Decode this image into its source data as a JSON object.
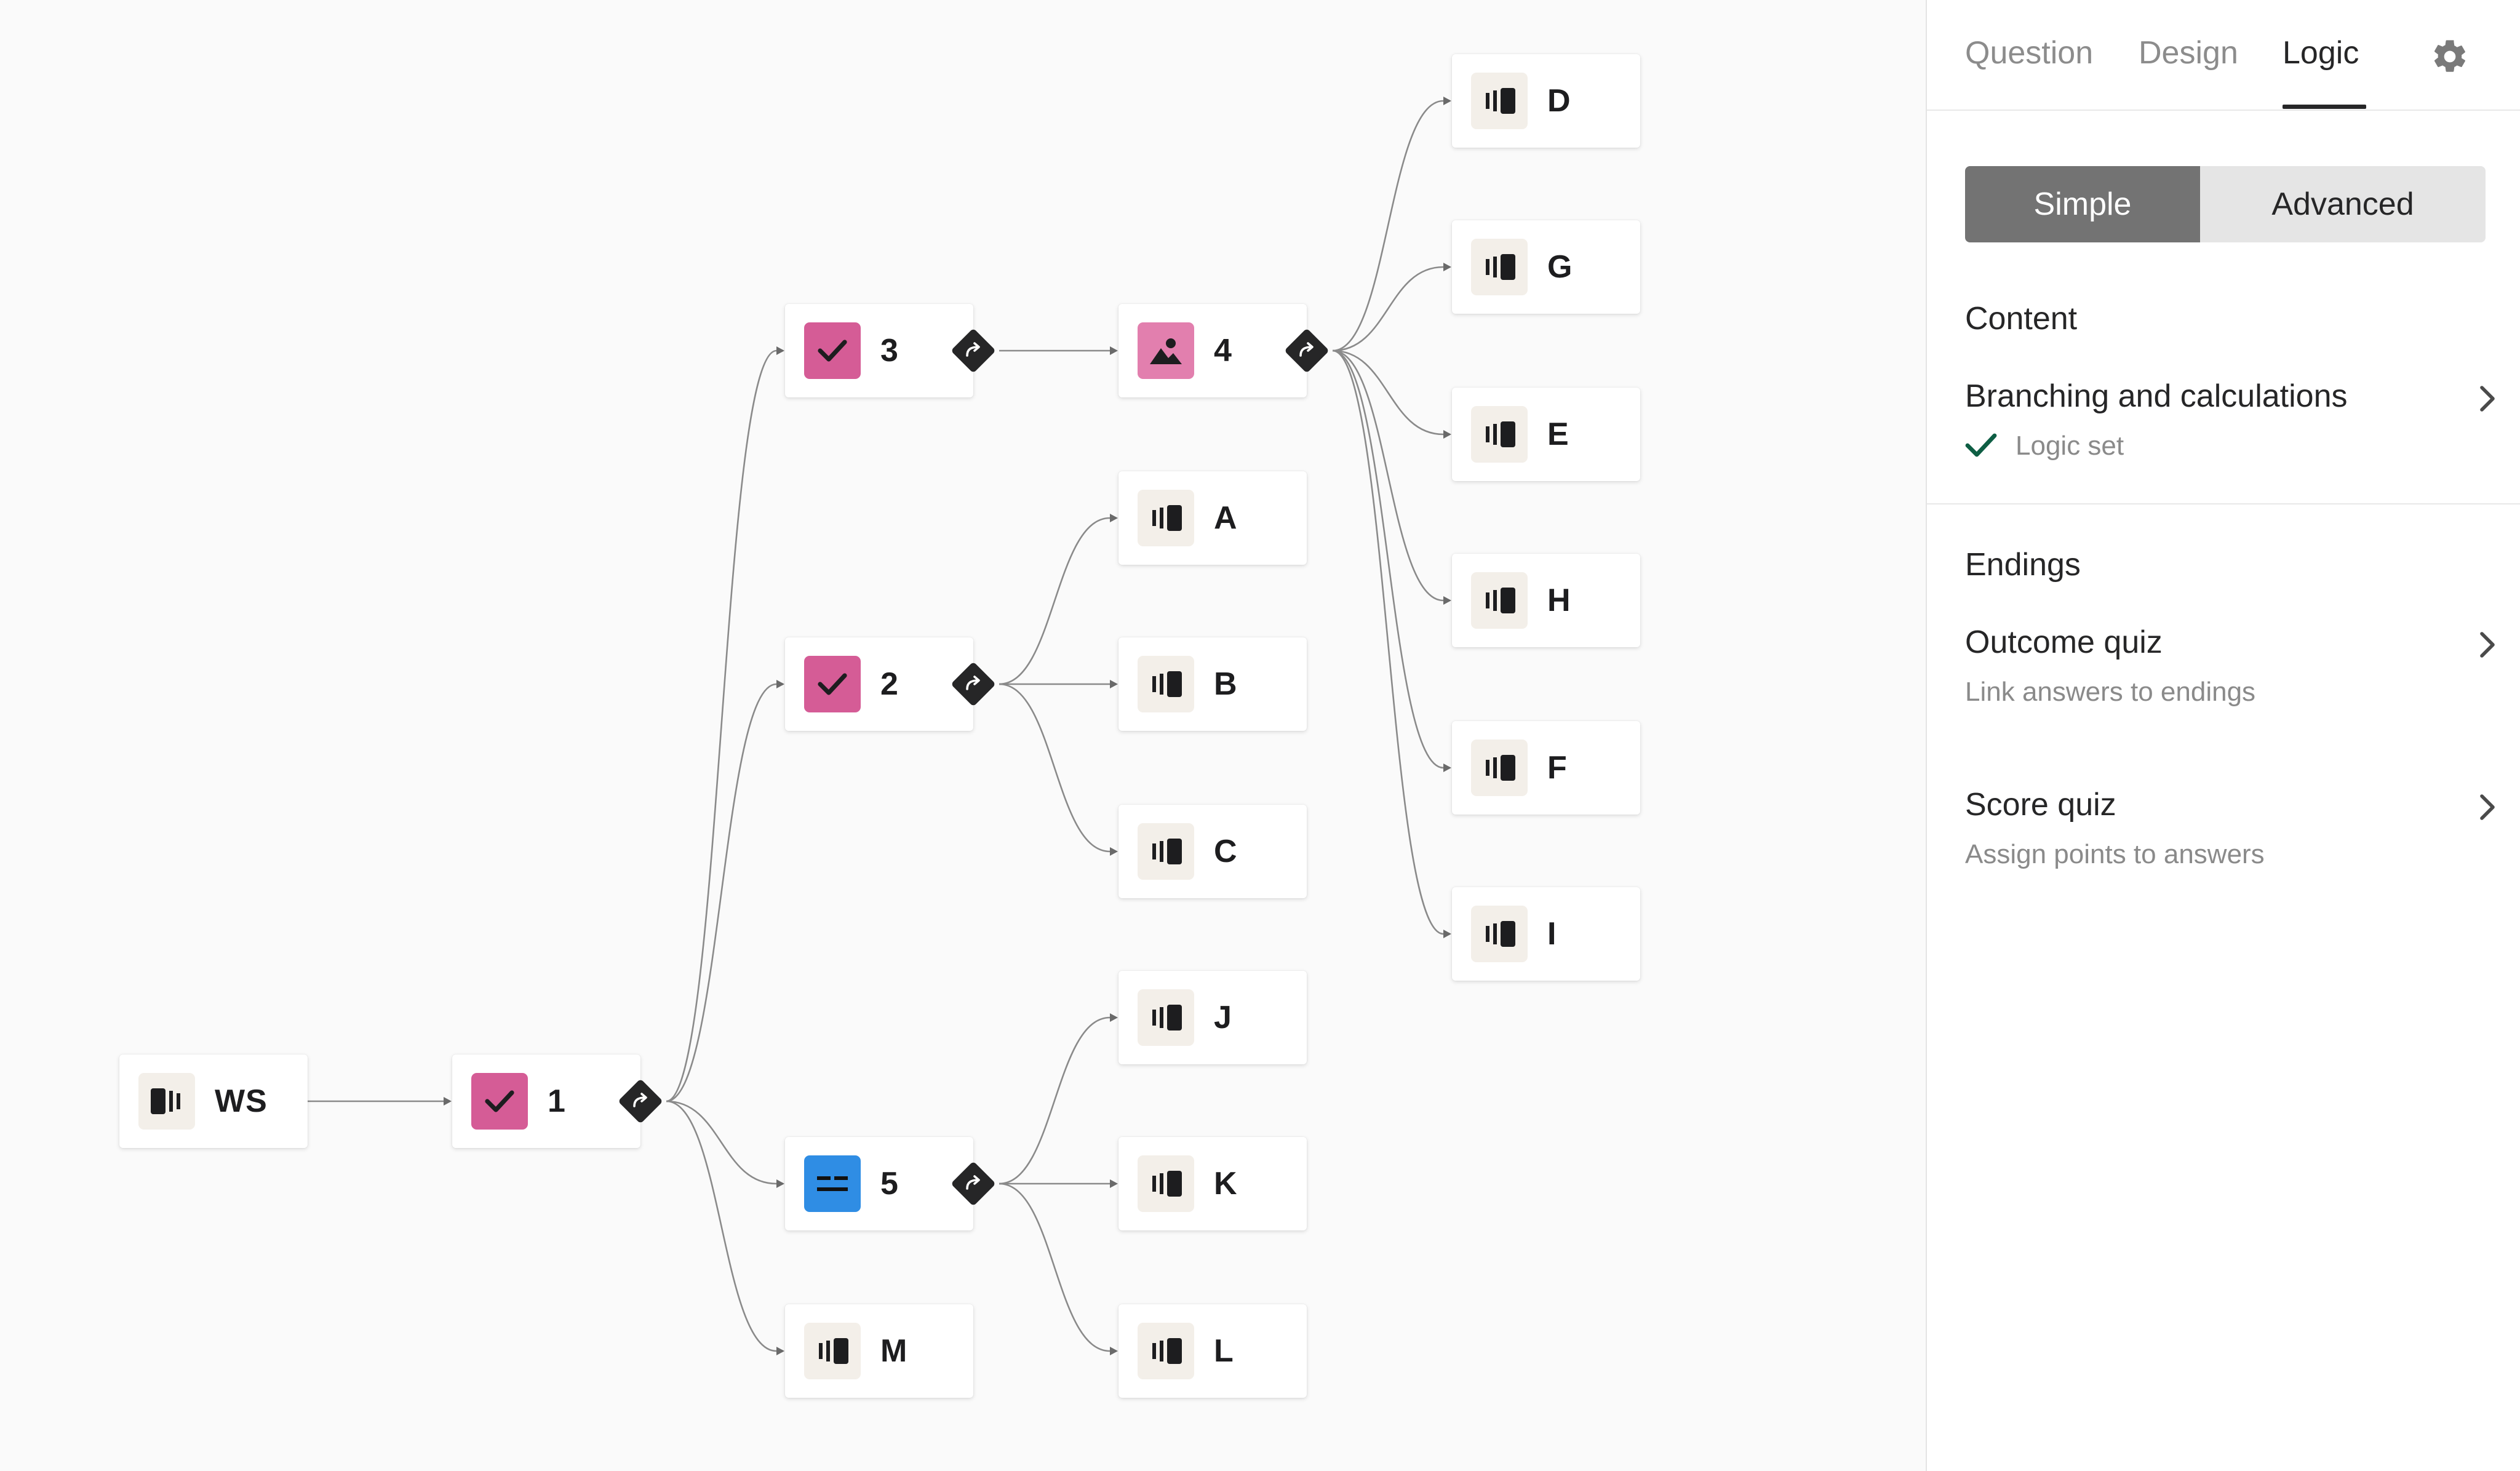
{
  "canvas": {
    "nodes": [
      {
        "id": "ws",
        "label": "WS",
        "icon": "welcome-screen-icon"
      },
      {
        "id": "n1",
        "label": "1",
        "icon": "multiple-choice-icon"
      },
      {
        "id": "n2",
        "label": "2",
        "icon": "multiple-choice-icon"
      },
      {
        "id": "n3",
        "label": "3",
        "icon": "multiple-choice-icon"
      },
      {
        "id": "n4",
        "label": "4",
        "icon": "picture-choice-icon"
      },
      {
        "id": "n5",
        "label": "5",
        "icon": "short-text-icon"
      },
      {
        "id": "a",
        "label": "A",
        "icon": "ending-screen-icon"
      },
      {
        "id": "b",
        "label": "B",
        "icon": "ending-screen-icon"
      },
      {
        "id": "c",
        "label": "C",
        "icon": "ending-screen-icon"
      },
      {
        "id": "d",
        "label": "D",
        "icon": "ending-screen-icon"
      },
      {
        "id": "e",
        "label": "E",
        "icon": "ending-screen-icon"
      },
      {
        "id": "f",
        "label": "F",
        "icon": "ending-screen-icon"
      },
      {
        "id": "g",
        "label": "G",
        "icon": "ending-screen-icon"
      },
      {
        "id": "h",
        "label": "H",
        "icon": "ending-screen-icon"
      },
      {
        "id": "i",
        "label": "I",
        "icon": "ending-screen-icon"
      },
      {
        "id": "j",
        "label": "J",
        "icon": "ending-screen-icon"
      },
      {
        "id": "k",
        "label": "K",
        "icon": "ending-screen-icon"
      },
      {
        "id": "l",
        "label": "L",
        "icon": "ending-screen-icon"
      },
      {
        "id": "m",
        "label": "M",
        "icon": "ending-screen-icon"
      }
    ],
    "edges": [
      [
        "ws",
        "n1"
      ],
      [
        "n1",
        "n3"
      ],
      [
        "n1",
        "n2"
      ],
      [
        "n1",
        "n5"
      ],
      [
        "n1",
        "m"
      ],
      [
        "n3",
        "n4"
      ],
      [
        "n2",
        "a"
      ],
      [
        "n2",
        "b"
      ],
      [
        "n2",
        "c"
      ],
      [
        "n4",
        "d"
      ],
      [
        "n4",
        "g"
      ],
      [
        "n4",
        "e"
      ],
      [
        "n4",
        "h"
      ],
      [
        "n4",
        "f"
      ],
      [
        "n4",
        "i"
      ],
      [
        "n5",
        "j"
      ],
      [
        "n5",
        "k"
      ],
      [
        "n5",
        "l"
      ]
    ],
    "colors": {
      "multiple_choice": "#d55c96",
      "picture_choice": "#e27fae",
      "short_text": "#2f8de4",
      "ending": "#f3efe9",
      "branch_diamond": "#262627"
    }
  },
  "panel": {
    "tabs": [
      {
        "label": "Question",
        "active": false
      },
      {
        "label": "Design",
        "active": false
      },
      {
        "label": "Logic",
        "active": true
      }
    ],
    "settings_icon": "gear-icon",
    "mode": {
      "simple": "Simple",
      "advanced": "Advanced",
      "selected": "Simple"
    },
    "content": {
      "heading": "Content",
      "branching": {
        "title": "Branching and calculations",
        "status": "Logic set"
      }
    },
    "endings": {
      "heading": "Endings",
      "outcome": {
        "title": "Outcome quiz",
        "subtitle": "Link answers to endings"
      },
      "score": {
        "title": "Score quiz",
        "subtitle": "Assign points to answers"
      }
    }
  }
}
